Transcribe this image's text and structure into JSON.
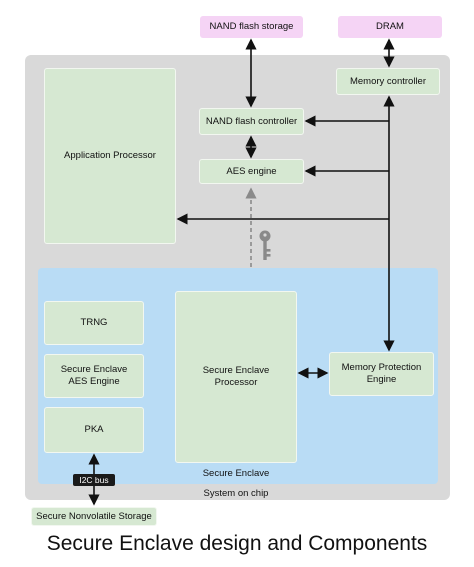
{
  "diagram": {
    "external": {
      "nand_storage": "NAND flash storage",
      "dram": "DRAM",
      "nonvolatile_storage": "Secure Nonvolatile Storage"
    },
    "soc": {
      "label": "System on chip",
      "application_processor": "Application Processor",
      "memory_controller": "Memory controller",
      "nand_controller": "NAND flash controller",
      "aes_engine": "AES engine"
    },
    "secure_enclave": {
      "label": "Secure Enclave",
      "trng": "TRNG",
      "aes_engine": "Secure Enclave AES Engine",
      "pka": "PKA",
      "processor": "Secure Enclave Processor",
      "memory_protection": "Memory Protection Engine",
      "i2c_bus": "I2C bus"
    },
    "icons": {
      "key": "key-icon"
    },
    "colors": {
      "soc_background": "#d9d9d9",
      "enclave_background": "#b9dcf5",
      "component_fill": "#d6e8d2",
      "external_fill": "#f5d4f5"
    }
  },
  "caption": "Secure Enclave design and Components"
}
